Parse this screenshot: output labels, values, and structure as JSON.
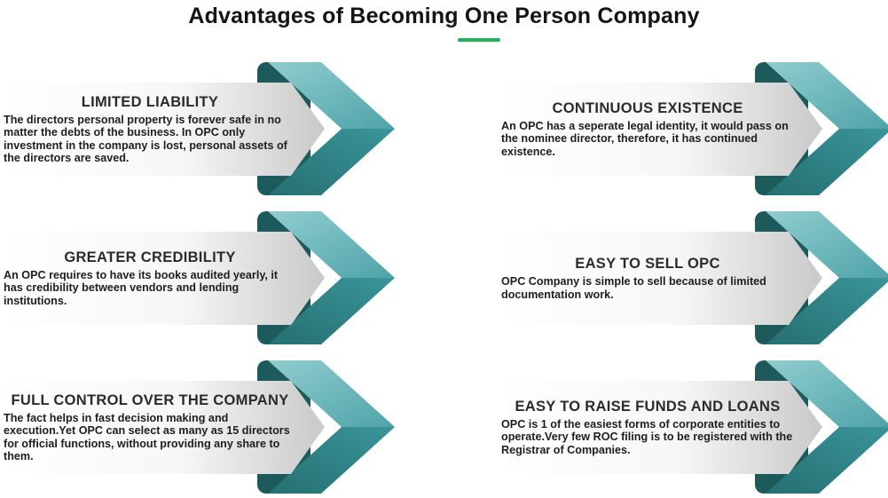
{
  "title": "Advantages of Becoming One Person Company",
  "colors": {
    "accent": "#1fb45a",
    "teal_light": "#6ab8bc",
    "teal": "#2f8b8f",
    "teal_dark": "#1d5a5c"
  },
  "cards": [
    {
      "heading": "LIMITED LIABILITY",
      "body": "The directors personal property is forever safe in no matter the debts of the business. In OPC only investment in the company is lost, personal assets of the directors are saved."
    },
    {
      "heading": "GREATER CREDIBILITY",
      "body": "An OPC requires to have its books audited yearly, it has credibility between vendors and lending institutions."
    },
    {
      "heading": "FULL CONTROL OVER THE COMPANY",
      "body": "The fact helps in fast decision making and execution.Yet OPC can select as many as 15 directors for official functions, without providing any share to them."
    },
    {
      "heading": "CONTINUOUS EXISTENCE",
      "body": "An OPC has a seperate legal identity, it would pass on the nominee director, therefore, it has continued existence."
    },
    {
      "heading": "EASY TO SELL OPC",
      "body": "OPC Company is simple to sell because of limited documentation work."
    },
    {
      "heading": "EASY TO RAISE FUNDS AND LOANS",
      "body": "OPC is 1 of the easiest forms of corporate entities to operate.Very few ROC filing is to be registered with the Registrar of Companies."
    }
  ]
}
